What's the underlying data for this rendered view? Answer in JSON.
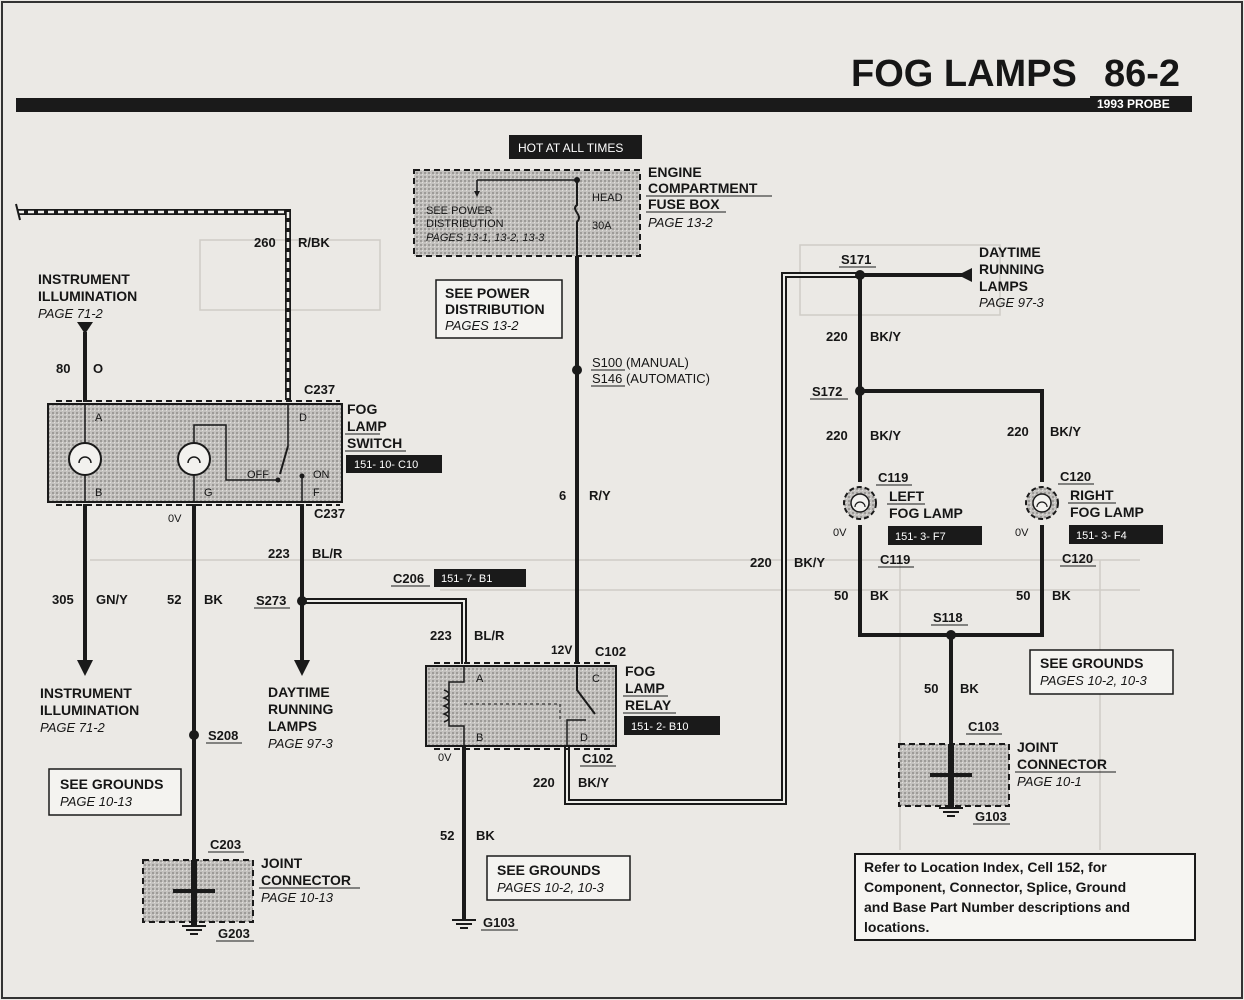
{
  "header": {
    "title": "FOG LAMPS",
    "page_number": "86-2",
    "subtitle": "1993 PROBE"
  },
  "hot_at_all_times": "HOT AT ALL TIMES",
  "fuse_box": {
    "title_lines": [
      "ENGINE",
      "COMPARTMENT",
      "FUSE BOX"
    ],
    "page": "PAGE 13-2",
    "inner_lines": [
      "SEE POWER",
      "DISTRIBUTION"
    ],
    "inner_pages": "PAGES 13-1, 13-2, 13-3",
    "fuse_name": "HEAD",
    "fuse_rating": "30A"
  },
  "see_power_distribution": {
    "lines": [
      "SEE POWER",
      "DISTRIBUTION"
    ],
    "pages": "PAGES 13-2"
  },
  "splices": {
    "s100": "S100 (MANUAL)",
    "s146": "S146 (AUTOMATIC)",
    "s171": "S171",
    "s172": "S172",
    "s118": "S118",
    "s273": "S273",
    "s208": "S208"
  },
  "daytime_running_lamps_top": {
    "lines": [
      "DAYTIME",
      "RUNNING",
      "LAMPS"
    ],
    "page": "PAGE 97-3"
  },
  "daytime_running_lamps_bottom": {
    "lines": [
      "DAYTIME",
      "RUNNING",
      "LAMPS"
    ],
    "page": "PAGE 97-3"
  },
  "instrument_illumination_top": {
    "lines": [
      "INSTRUMENT",
      "ILLUMINATION"
    ],
    "page": "PAGE 71-2"
  },
  "instrument_illumination_bottom": {
    "lines": [
      "INSTRUMENT",
      "ILLUMINATION"
    ],
    "page": "PAGE 71-2"
  },
  "fog_lamp_switch": {
    "lines": [
      "FOG",
      "LAMP",
      "SWITCH"
    ],
    "ref": "151-  10- C10",
    "connector_top": "C237",
    "connector_bottom": "C237",
    "pins": {
      "a": "A",
      "b": "B",
      "d": "D",
      "f": "F",
      "g": "G"
    },
    "off": "OFF",
    "on": "ON"
  },
  "fog_lamp_relay": {
    "lines": [
      "FOG",
      "LAMP",
      "RELAY"
    ],
    "ref": "151-  2-  B10",
    "connector_top": "C102",
    "connector_bottom": "C102",
    "pins": {
      "a": "A",
      "b": "B",
      "c": "C",
      "d": "D"
    },
    "voltage_top": "12V",
    "voltage_bottom": "0V"
  },
  "c206": {
    "name": "C206",
    "ref": "151-  7-   B1"
  },
  "left_fog_lamp": {
    "connector": "C119",
    "connector_bottom": "C119",
    "lines": [
      "LEFT",
      "FOG LAMP"
    ],
    "ref": "151-  3-     F7",
    "voltage": "0V"
  },
  "right_fog_lamp": {
    "connector": "C120",
    "connector_bottom": "C120",
    "lines": [
      "RIGHT",
      "FOG LAMP"
    ],
    "ref": "151-  3-     F4",
    "voltage": "0V"
  },
  "joint_connector_left": {
    "connector": "C203",
    "ground": "G203",
    "lines": [
      "JOINT",
      "CONNECTOR"
    ],
    "page": "PAGE 10-13"
  },
  "joint_connector_right": {
    "connector": "C103",
    "ground": "G103",
    "lines": [
      "JOINT",
      "CONNECTOR"
    ],
    "page": "PAGE 10-1"
  },
  "ground_g103_mid": "G103",
  "see_grounds_left": {
    "title": "SEE GROUNDS",
    "pages": "PAGE 10-13"
  },
  "see_grounds_mid": {
    "title": "SEE GROUNDS",
    "pages": "PAGES 10-2, 10-3"
  },
  "see_grounds_right": {
    "title": "SEE GROUNDS",
    "pages": "PAGES 10-2, 10-3"
  },
  "wires": {
    "w260": {
      "num": "260",
      "color": "R/BK"
    },
    "w80": {
      "num": "80",
      "color": "O"
    },
    "w305": {
      "num": "305",
      "color": "GN/Y"
    },
    "w52_left": {
      "num": "52",
      "color": "BK"
    },
    "w223_top": {
      "num": "223",
      "color": "BL/R"
    },
    "w223_mid": {
      "num": "223",
      "color": "BL/R"
    },
    "w6": {
      "num": "6",
      "color": "R/Y"
    },
    "w52_mid": {
      "num": "52",
      "color": "BK"
    },
    "w220_relay": {
      "num": "220",
      "color": "BK/Y"
    },
    "w220_vert": {
      "num": "220",
      "color": "BK/Y"
    },
    "w220_s171": {
      "num": "220",
      "color": "BK/Y"
    },
    "w220_left_lamp": {
      "num": "220",
      "color": "BK/Y"
    },
    "w220_right_lamp": {
      "num": "220",
      "color": "BK/Y"
    },
    "w50_left": {
      "num": "50",
      "color": "BK"
    },
    "w50_right": {
      "num": "50",
      "color": "BK"
    },
    "w50_s118": {
      "num": "50",
      "color": "BK"
    }
  },
  "switch_voltage": "0V",
  "note_lines": [
    "Refer to Location Index, Cell 152, for",
    "Component, Connector, Splice, Ground",
    "and Base Part Number descriptions and",
    "locations."
  ]
}
